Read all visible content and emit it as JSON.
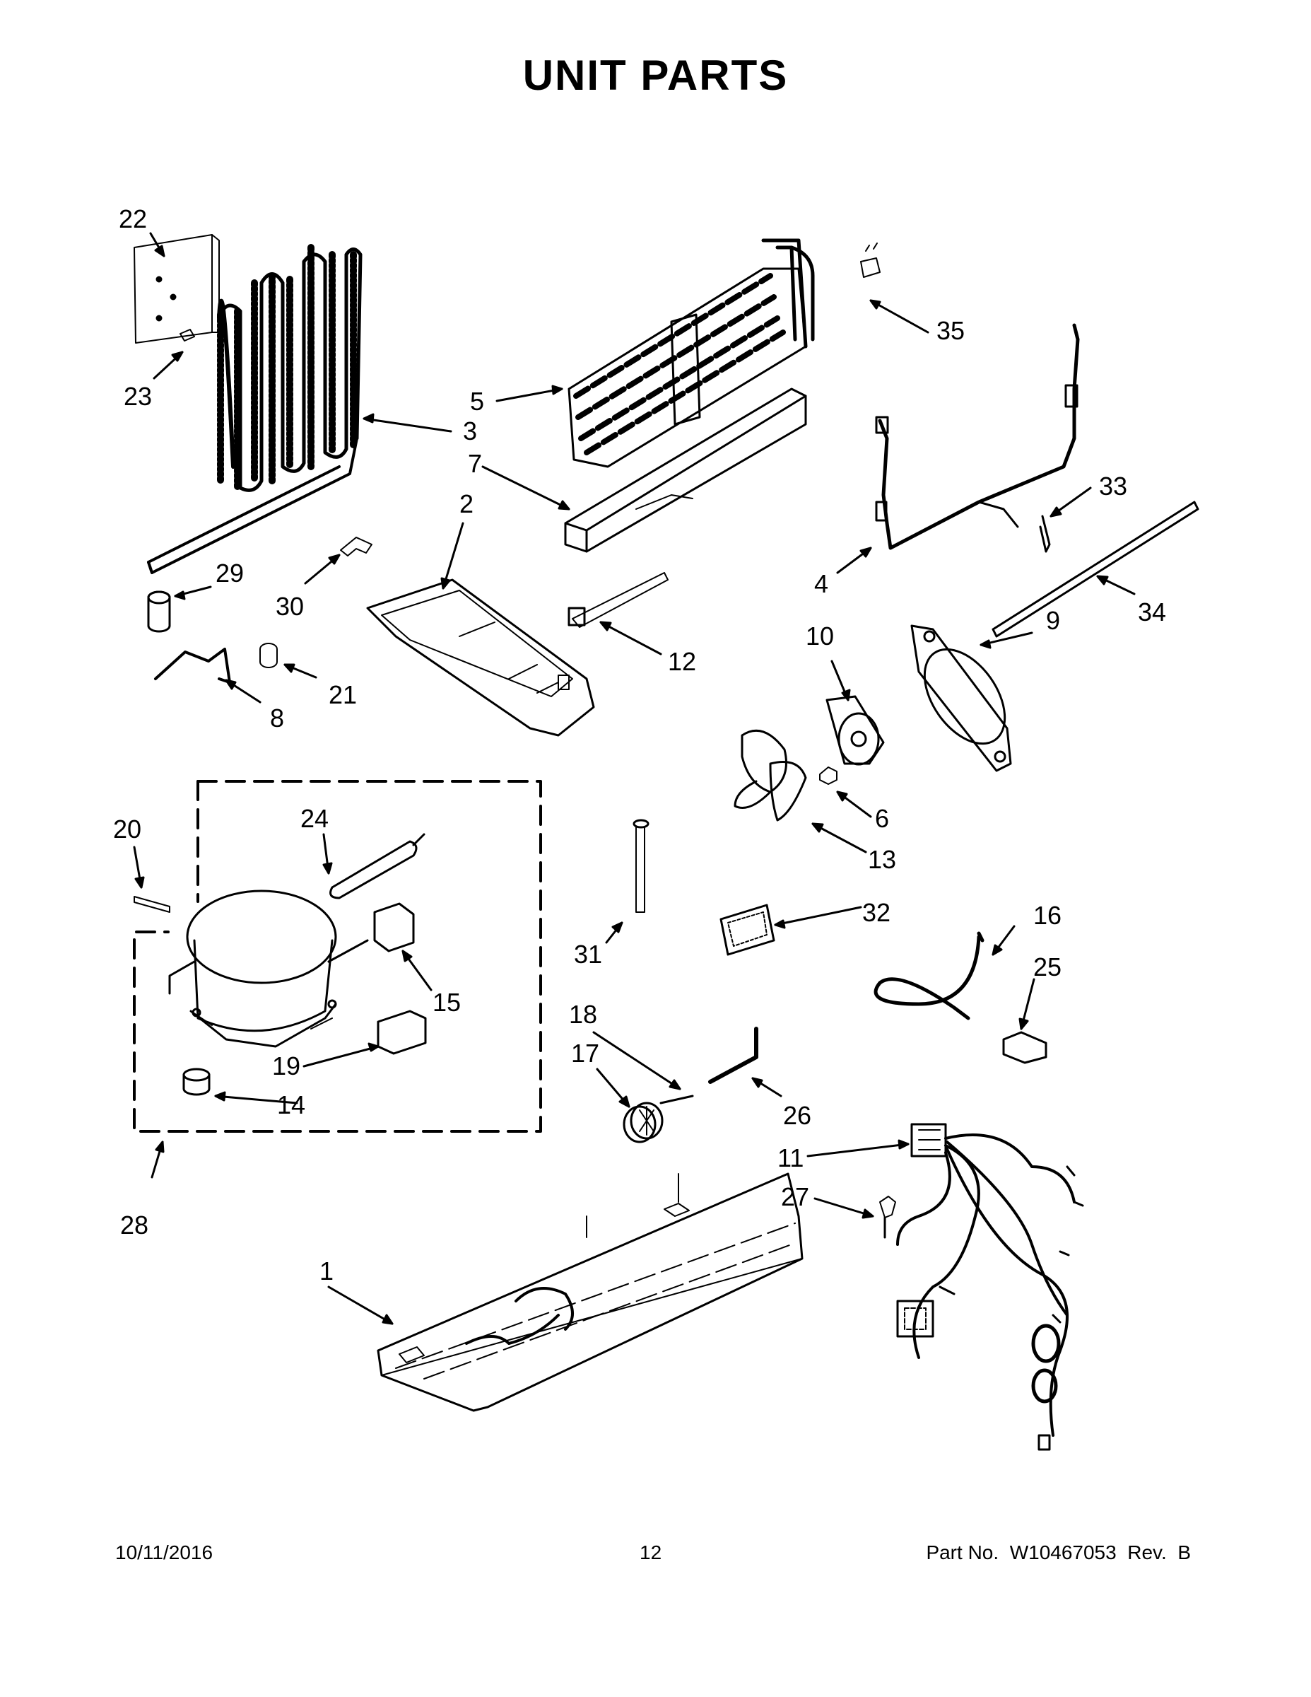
{
  "title": "UNIT PARTS",
  "footer": {
    "date": "10/11/2016",
    "page": "12",
    "part_no": "Part No.  W10467053  Rev.  B"
  },
  "callouts": [
    "1",
    "2",
    "3",
    "4",
    "5",
    "6",
    "7",
    "8",
    "9",
    "10",
    "11",
    "12",
    "13",
    "14",
    "15",
    "16",
    "17",
    "18",
    "19",
    "20",
    "21",
    "22",
    "23",
    "24",
    "25",
    "26",
    "27",
    "28",
    "29",
    "30",
    "31",
    "32",
    "33",
    "34",
    "35"
  ],
  "colors": {
    "ink": "#000000",
    "paper": "#ffffff"
  }
}
